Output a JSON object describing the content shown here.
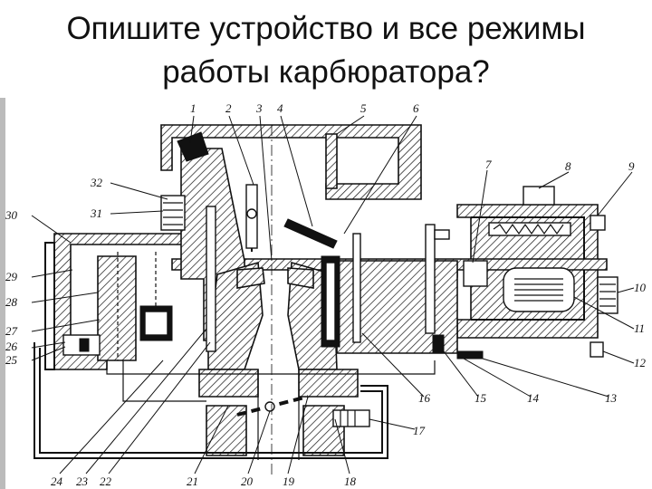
{
  "title": {
    "line1": "Опишите  устройство и все режимы",
    "line2": "работы карбюратора?"
  },
  "diagram": {
    "callouts": [
      "1",
      "2",
      "3",
      "4",
      "5",
      "6",
      "7",
      "8",
      "9",
      "10",
      "11",
      "12",
      "13",
      "14",
      "15",
      "16",
      "17",
      "18",
      "19",
      "20",
      "21",
      "22",
      "23",
      "24",
      "25",
      "26",
      "27",
      "28",
      "29",
      "30",
      "31",
      "32"
    ]
  }
}
